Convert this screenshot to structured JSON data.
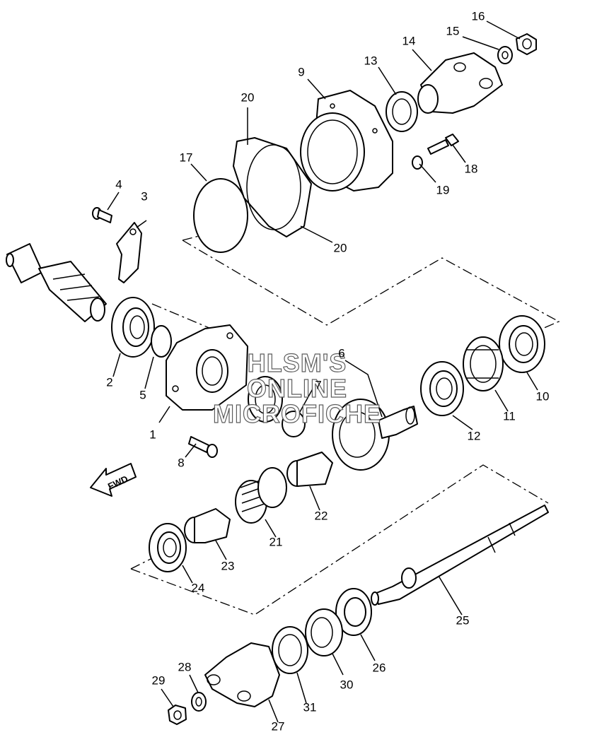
{
  "callouts": [
    "1",
    "2",
    "3",
    "4",
    "5",
    "6",
    "7",
    "8",
    "9",
    "10",
    "11",
    "12",
    "13",
    "14",
    "15",
    "16",
    "17",
    "18",
    "19",
    "20",
    "20",
    "21",
    "22",
    "23",
    "24",
    "25",
    "26",
    "27",
    "28",
    "29",
    "30",
    "31"
  ],
  "fwd_label": "FWD",
  "watermark": [
    "HLSM'S",
    "ONLINE",
    "MICROFICHE"
  ]
}
